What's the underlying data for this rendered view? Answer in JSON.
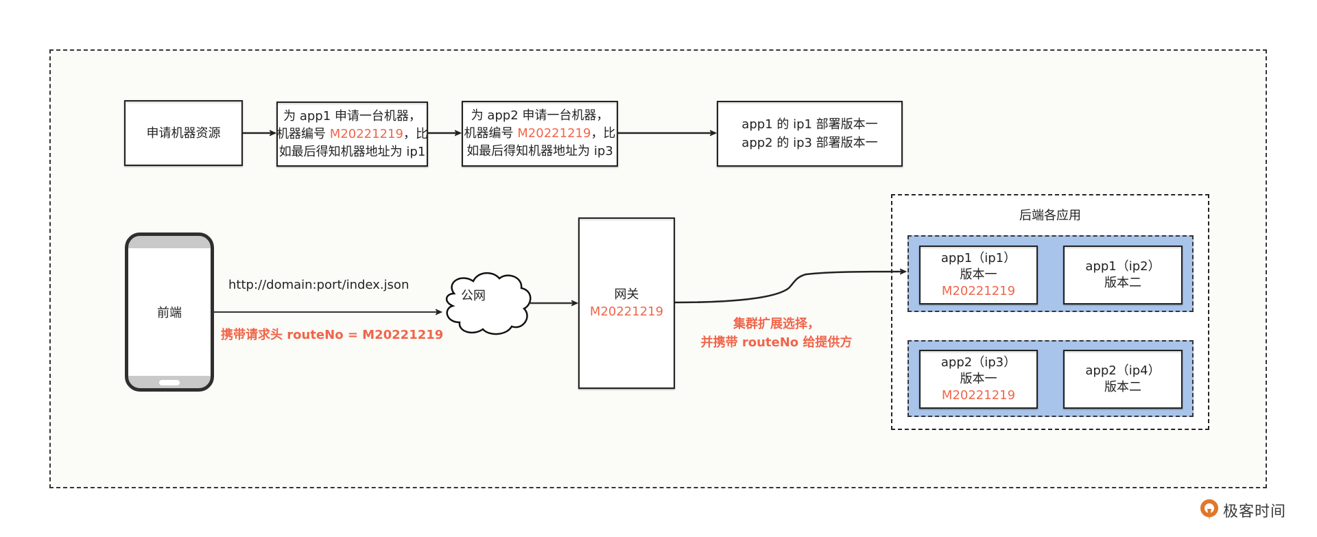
{
  "colors": {
    "accent_red": "#f0654a",
    "group_blue": "#a9c4ea",
    "logo_orange": "#e0772a"
  },
  "flow": {
    "steps": [
      {
        "lines": [
          {
            "text": "申请机器资源"
          }
        ]
      },
      {
        "lines": [
          {
            "text": "为 app1 申请一台机器，"
          },
          {
            "prefix": "机器编号 ",
            "highlight": "M20221219",
            "suffix": "，比"
          },
          {
            "text": "如最后得知机器地址为 ip1"
          }
        ]
      },
      {
        "lines": [
          {
            "text": "为 app2 申请一台机器，"
          },
          {
            "prefix": "机器编号 ",
            "highlight": "M20221219",
            "suffix": "，比"
          },
          {
            "text": "如最后得知机器地址为 ip3"
          }
        ]
      },
      {
        "lines": [
          {
            "text": "app1 的 ip1 部署版本一"
          },
          {
            "text": "app2 的 ip3 部署版本一"
          }
        ]
      }
    ]
  },
  "frontend": {
    "label": "前端"
  },
  "request": {
    "url": "http://domain:port/index.json",
    "header_note": "携带请求头 routeNo = M20221219"
  },
  "internet": {
    "label": "公网"
  },
  "gateway": {
    "label": "网关",
    "machine_id": "M20221219"
  },
  "routing_note": {
    "line1": "集群扩展选择，",
    "line2": "并携带 routeNo 给提供方"
  },
  "backend": {
    "title": "后端各应用",
    "groups": [
      {
        "apps": [
          {
            "name": "app1（ip1）",
            "version": "版本一",
            "machine_id": "M20221219"
          },
          {
            "name": "app1（ip2）",
            "version": "版本二"
          }
        ]
      },
      {
        "apps": [
          {
            "name": "app2（ip3）",
            "version": "版本一",
            "machine_id": "M20221219"
          },
          {
            "name": "app2（ip4）",
            "version": "版本二"
          }
        ]
      }
    ]
  },
  "watermark": {
    "text": "极客时间"
  }
}
